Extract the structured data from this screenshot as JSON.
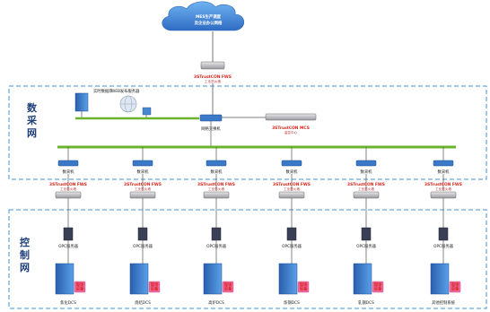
{
  "cloud": {
    "line1": "MES生产调度",
    "line2": "及企业办公网络"
  },
  "top_firewall": {
    "brand": "3STrustCON FWS",
    "sub": "工业防火墙"
  },
  "zones": {
    "data_zone": [
      "数",
      "采",
      "网"
    ],
    "control_zone": [
      "控",
      "制",
      "网"
    ]
  },
  "data_network": {
    "historian_label": "实时数据库",
    "web_label": "WEB发布服务器",
    "core_switch_label": "网络交换机",
    "mcs": {
      "brand": "3STrustCON MCS",
      "sub": "监控中心"
    }
  },
  "units": [
    {
      "switch": "数采机",
      "fw_brand": "3STrustCON FWS",
      "fw_sub": "工业防火墙",
      "opc": "OPC服务器",
      "badge": "现场\n设备",
      "dcs": "焦化DCS"
    },
    {
      "switch": "数采机",
      "fw_brand": "3STrustCON FWS",
      "fw_sub": "工业防火墙",
      "opc": "OPC服务器",
      "badge": "现场\n设备",
      "dcs": "烧结DCS"
    },
    {
      "switch": "数采机",
      "fw_brand": "3STrustCON FWS",
      "fw_sub": "工业防火墙",
      "opc": "OPC服务器",
      "badge": "现场\n设备",
      "dcs": "高炉DCS"
    },
    {
      "switch": "数采机",
      "fw_brand": "3STrustCON FWS",
      "fw_sub": "工业防火墙",
      "opc": "OPC服务器",
      "badge": "现场\n设备",
      "dcs": "炼钢DCS"
    },
    {
      "switch": "数采机",
      "fw_brand": "3STrustCON FWS",
      "fw_sub": "工业防火墙",
      "opc": "OPC服务器",
      "badge": "现场\n设备",
      "dcs": "轧钢DCS"
    },
    {
      "switch": "数采机",
      "fw_brand": "3STrustCON FWS",
      "fw_sub": "工业防火墙",
      "opc": "OPC服务器",
      "badge": "现场\n设备",
      "dcs": "其他控制系统"
    }
  ],
  "colors": {
    "bus_green": "#6ab42d",
    "dash_blue": "#4a90d9",
    "cloud_blue": "#3b7fd0",
    "server_blue": "#3a78c8",
    "badge_pink": "#f06aa0"
  }
}
